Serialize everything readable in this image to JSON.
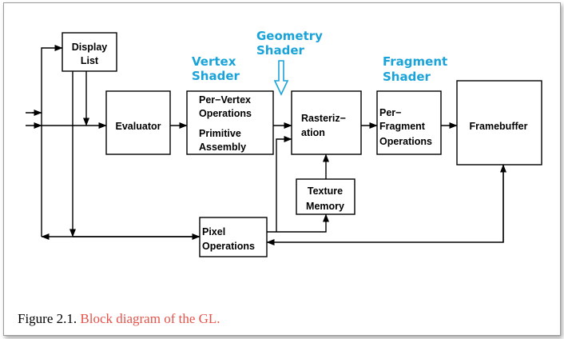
{
  "boxes": {
    "display_list": [
      "Display",
      "List"
    ],
    "evaluator": [
      "Evaluator"
    ],
    "per_vertex": [
      "Per−Vertex",
      "Operations",
      "Primitive",
      "Assembly"
    ],
    "rasterization": [
      "Rasteriz−",
      "ation"
    ],
    "per_fragment": [
      "Per−",
      "Fragment",
      "Operations"
    ],
    "framebuffer": [
      "Framebuffer"
    ],
    "texture_memory": [
      "Texture",
      "Memory"
    ],
    "pixel_operations": [
      "Pixel",
      "Operations"
    ]
  },
  "stage_labels": {
    "vertex_shader": [
      "Vertex",
      "Shader"
    ],
    "geometry_shader": [
      "Geometry",
      "Shader"
    ],
    "fragment_shader": [
      "Fragment",
      "Shader"
    ]
  },
  "colors": {
    "stage_label": "#1aa3d9",
    "caption_title": "#e5534b"
  },
  "caption": {
    "figure_number": "Figure 2.1.",
    "title": "Block diagram of the GL."
  }
}
